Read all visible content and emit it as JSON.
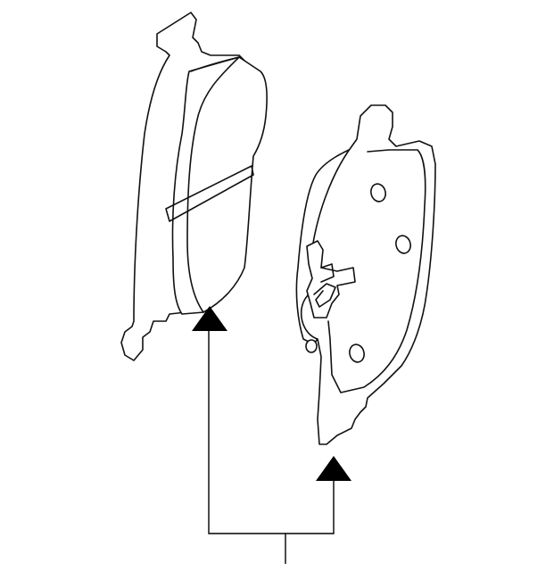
{
  "diagram": {
    "type": "parts-illustration",
    "parts": [
      {
        "name": "brake-pad-front",
        "marked": true
      },
      {
        "name": "brake-pad-rear-with-clip",
        "marked": true
      }
    ],
    "callouts": 1,
    "colors": {
      "line": "#111111",
      "background": "#ffffff",
      "arrow": "#000000"
    }
  }
}
